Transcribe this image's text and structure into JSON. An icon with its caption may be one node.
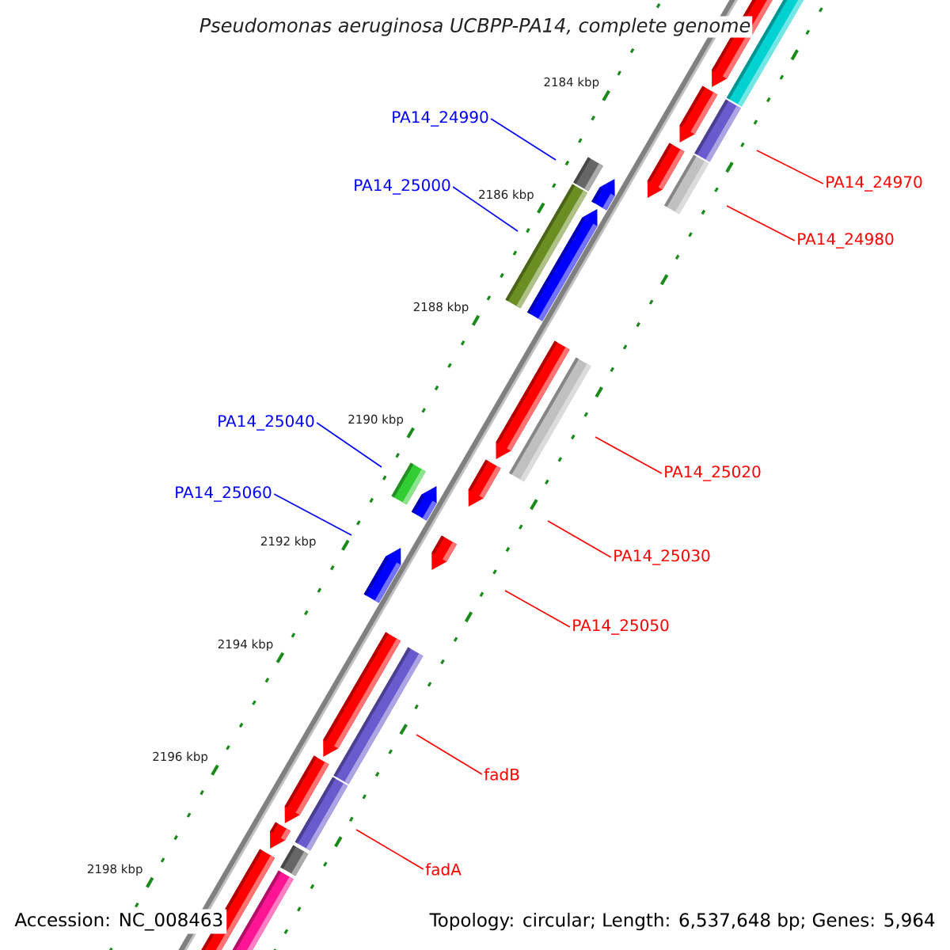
{
  "diagram": {
    "title": "Pseudomonas aeruginosa UCBPP-PA14, complete genome",
    "nodes": [
      {
        "text": [
          "PA14_24990"
        ]
      },
      {
        "text": [
          "PA14_24970"
        ]
      },
      {
        "text": [
          "PA14_25000"
        ]
      },
      {
        "text": [
          "PA14_24980"
        ]
      },
      {
        "text": [
          "PA14_25040"
        ]
      },
      {
        "text": [
          "PA14_25020"
        ]
      },
      {
        "text": [
          "PA14_25060"
        ]
      },
      {
        "text": [
          "PA14_25030"
        ]
      },
      {
        "text": [
          "PA14_25050"
        ]
      },
      {
        "text": [
          "fadB"
        ]
      },
      {
        "text": [
          "fadA"
        ]
      }
    ],
    "edges": [
      {
        "from": 0,
        "to": null,
        "arrow": "none",
        "color": "#0000ff"
      },
      {
        "from": 1,
        "to": null,
        "arrow": "none"
      },
      {
        "from": 2,
        "to": null,
        "arrow": "none",
        "color": "#0000ff"
      },
      {
        "from": 3,
        "to": null,
        "arrow": "none"
      },
      {
        "from": 4,
        "to": null,
        "arrow": "none",
        "color": "#0000ff"
      },
      {
        "from": 5,
        "to": null,
        "arrow": "none"
      },
      {
        "from": 6,
        "to": null,
        "arrow": "none",
        "color": "#0000ff"
      },
      {
        "from": 7,
        "to": null,
        "arrow": "none"
      },
      {
        "from": 8,
        "to": null,
        "arrow": "none"
      },
      {
        "from": 9,
        "to": null,
        "arrow": "none"
      },
      {
        "from": 10,
        "to": null,
        "arrow": "none"
      }
    ],
    "labels": [
      "2184 kbp",
      "2186 kbp",
      "2188 kbp",
      "2190 kbp",
      "2192 kbp",
      "2194 kbp",
      "2196 kbp",
      "2198 kbp",
      "Accession: NC_008463",
      "Topology: circular; Length: 6,537,648 bp; Genes: 5,964"
    ]
  }
}
